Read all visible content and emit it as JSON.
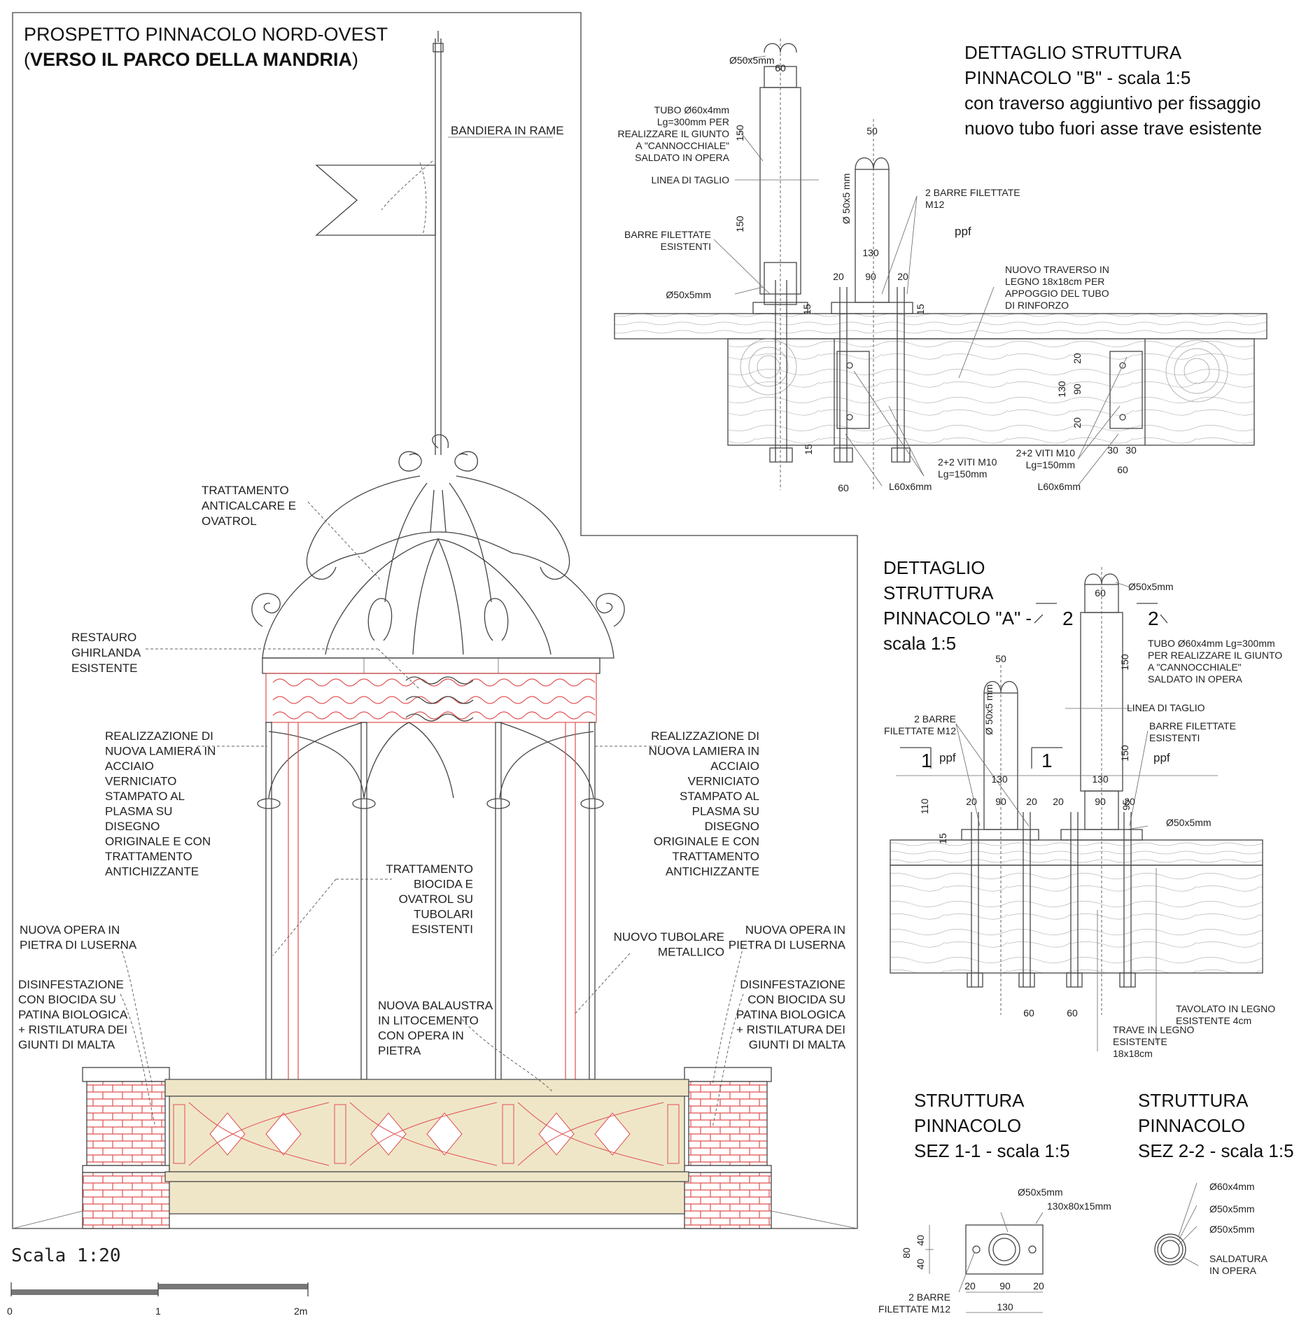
{
  "elevation": {
    "title_line1": "PROSPETTO PINNACOLO  NORD-OVEST",
    "title_line2_open": "(",
    "title_line2_bold": "VERSO IL PARCO DELLA MANDRIA",
    "title_line2_close": ")",
    "labels": {
      "flag": "BANDIERA IN RAME",
      "trattamento1": "TRATTAMENTO",
      "trattamento2": "ANTICALCARE E",
      "trattamento3": "OVATROL",
      "restauro1": "RESTAURO",
      "restauro2": "GHIRLANDA",
      "restauro3": "ESISTENTE",
      "lamiera_l": [
        "REALIZZAZIONE DI",
        "NUOVA LAMIERA IN",
        "ACCIAIO",
        "VERNICIATO",
        "STAMPATO AL",
        "PLASMA SU",
        "DISEGNO",
        "ORIGINALE E CON",
        "TRATTAMENTO",
        "ANTICHIZZANTE"
      ],
      "lamiera_r": [
        "REALIZZAZIONE DI",
        "NUOVA LAMIERA IN",
        "ACCIAIO",
        "VERNICIATO",
        "STAMPATO AL",
        "PLASMA SU",
        "DISEGNO",
        "ORIGINALE E CON",
        "TRATTAMENTO",
        "ANTICHIZZANTE"
      ],
      "biocida": [
        "TRATTAMENTO",
        "BIOCIDA E",
        "OVATROL SU",
        "TUBOLARI",
        "ESISTENTI"
      ],
      "opera_l": [
        "NUOVA OPERA IN",
        "PIETRA DI LUSERNA"
      ],
      "opera_r": [
        "NUOVA OPERA IN",
        "PIETRA DI LUSERNA"
      ],
      "tubolare": [
        "NUOVO TUBOLARE",
        "METALLICO"
      ],
      "disinf_l": [
        "DISINFESTAZIONE",
        "CON BIOCIDA SU",
        "PATINA BIOLOGICA",
        "+ RISTILATURA DEI",
        "GIUNTI DI MALTA"
      ],
      "disinf_r": [
        "DISINFESTAZIONE",
        "CON BIOCIDA SU",
        "PATINA BIOLOGICA",
        "+ RISTILATURA DEI",
        "GIUNTI DI MALTA"
      ],
      "balaustra": [
        "NUOVA BALAUSTRA",
        "IN LITOCEMENTO",
        "CON OPERA IN",
        "PIETRA"
      ]
    },
    "scale_label": "Scala 1:20",
    "scale_ticks": [
      "0",
      "1",
      "2m"
    ]
  },
  "detail_b": {
    "title": [
      "DETTAGLIO STRUTTURA",
      "PINNACOLO \"B\" - scala 1:5",
      "con traverso aggiuntivo per fissaggio",
      "nuovo tubo fuori asse trave esistente"
    ],
    "labels": {
      "tube_top": "Ø50x5mm",
      "tubo": [
        "TUBO Ø60x4mm",
        "Lg=300mm PER",
        "REALIZZARE IL GIUNTO",
        "A \"CANNOCCHIALE\"",
        "SALDATO IN OPERA"
      ],
      "taglio": "LINEA DI TAGLIO",
      "barre_esist": [
        "BARRE FILETTATE",
        "ESISTENTI"
      ],
      "tube_bottom": "Ø50x5mm",
      "tube_vertical": "Ø 50x5 mm",
      "barre_m12": [
        "2 BARRE FILETTATE",
        "M12"
      ],
      "ppf": "ppf",
      "traverso": [
        "NUOVO TRAVERSO IN",
        "LEGNO 18x18cm PER",
        "APPOGGIO DEL TUBO",
        "DI RINFORZO"
      ],
      "viti_1": [
        "2+2 VITI M10",
        "Lg=150mm"
      ],
      "viti_2": [
        "2+2 VITI M10",
        "Lg=150mm"
      ],
      "angle_1": "L60x6mm",
      "angle_2": "L60x6mm"
    },
    "dims": {
      "d60": "60",
      "d150a": "150",
      "d150b": "150",
      "d50": "50",
      "d130": "130",
      "d20a": "20",
      "d90": "90",
      "d20b": "20",
      "d15a": "15",
      "d15b": "15",
      "d15c": "15",
      "d60b": "60",
      "d20c": "20",
      "d130v": "130",
      "d90v": "90",
      "d20d": "20",
      "d30a": "30",
      "d30b": "30",
      "d60c": "60"
    }
  },
  "detail_a": {
    "title": [
      "DETTAGLIO",
      "STRUTTURA",
      "PINNACOLO \"A\" -",
      "scala 1:5"
    ],
    "section_marks": [
      "2",
      "2",
      "1",
      "1"
    ],
    "labels": {
      "tube_top": "Ø50x5mm",
      "tubo": [
        "TUBO Ø60x4mm Lg=300mm",
        "PER REALIZZARE IL GIUNTO",
        "A \"CANNOCCHIALE\"",
        "SALDATO IN OPERA"
      ],
      "taglio": "LINEA DI TAGLIO",
      "barre_m12": [
        "2 BARRE",
        "FILETTATE M12"
      ],
      "tube_vertical": "Ø 50x5 mm",
      "barre_esist": [
        "BARRE FILETTATE",
        "ESISTENTI"
      ],
      "ppf1": "ppf",
      "ppf2": "ppf",
      "tube_bottom": "Ø50x5mm",
      "tavolato": [
        "TAVOLATO IN LEGNO",
        "ESISTENTE 4cm"
      ],
      "trave": [
        "TRAVE IN LEGNO",
        "ESISTENTE",
        "18x18cm"
      ]
    },
    "dims": {
      "d60": "60",
      "d50": "50",
      "d150a": "150",
      "d150b": "150",
      "d130a": "130",
      "d130b": "130",
      "d110": "110",
      "d95": "95",
      "d20a": "20",
      "d90a": "90",
      "d20b": "20",
      "d20c": "20",
      "d90b": "90",
      "d20d": "20",
      "d15": "15",
      "d60a": "60",
      "d60b": "60"
    }
  },
  "section_11": {
    "title": [
      "STRUTTURA",
      "PINNACOLO",
      "SEZ 1-1 - scala 1:5"
    ],
    "labels": {
      "tube": "Ø50x5mm",
      "plate": "130x80x15mm",
      "barre": [
        "2 BARRE",
        "FILETTATE M12"
      ]
    },
    "dims": {
      "d80": "80",
      "d40a": "40",
      "d40b": "40",
      "d20a": "20",
      "d90": "90",
      "d20b": "20",
      "d130": "130"
    }
  },
  "section_22": {
    "title": [
      "STRUTTURA",
      "PINNACOLO",
      "SEZ 2-2 - scala 1:5"
    ],
    "labels": {
      "outer": "Ø60x4mm",
      "inner1": "Ø50x5mm",
      "inner2": "Ø50x5mm",
      "weld": [
        "SALDATURA",
        "IN OPERA"
      ]
    }
  },
  "colors": {
    "redline": "#e05050",
    "sand": "#efe6c8",
    "brick": "#e05050",
    "ink": "#222222"
  }
}
